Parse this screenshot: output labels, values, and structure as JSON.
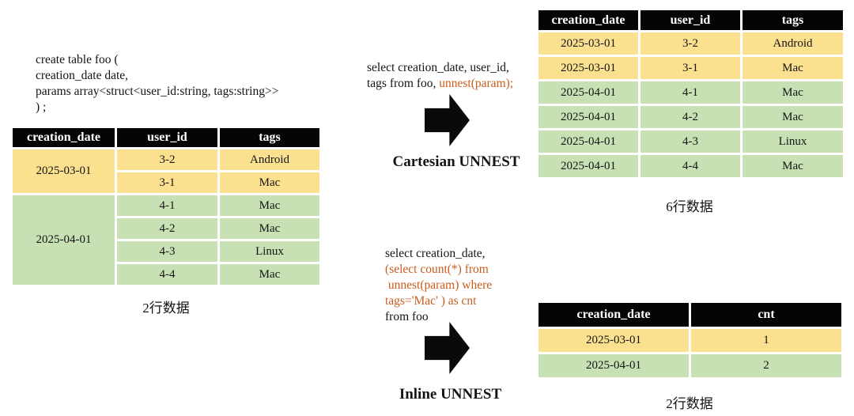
{
  "colors": {
    "header_bg": "#050505",
    "header_text": "#ffffff",
    "row_yellow": "#fbe18f",
    "row_green": "#c7e1b4",
    "sql_highlight": "#c85d1d",
    "ink": "#141414"
  },
  "create_sql": "create table foo (\ncreation_date date,\nparams array<struct<user_id:string, tags:string>>\n) ;",
  "source_table": {
    "columns": [
      "creation_date",
      "user_id",
      "tags"
    ],
    "rows": [
      [
        {
          "t": "2025-03-01",
          "c": "y",
          "rs": 2
        },
        {
          "t": "3-2",
          "c": "y"
        },
        {
          "t": "Android",
          "c": "y"
        }
      ],
      [
        {
          "t": "3-1",
          "c": "y"
        },
        {
          "t": "Mac",
          "c": "y"
        }
      ],
      [
        {
          "t": "2025-04-01",
          "c": "g",
          "rs": 4
        },
        {
          "t": "4-1",
          "c": "g"
        },
        {
          "t": "Mac",
          "c": "g"
        }
      ],
      [
        {
          "t": "4-2",
          "c": "g"
        },
        {
          "t": "Mac",
          "c": "g"
        }
      ],
      [
        {
          "t": "4-3",
          "c": "g"
        },
        {
          "t": "Linux",
          "c": "g"
        }
      ],
      [
        {
          "t": "4-4",
          "c": "g"
        },
        {
          "t": "Mac",
          "c": "g"
        }
      ]
    ],
    "caption": "2行数据"
  },
  "cartesian": {
    "sql_segments": [
      {
        "text": "select creation_date, user_id,\ntags from foo, ",
        "hl": false
      },
      {
        "text": "unnest(param);",
        "hl": true
      }
    ],
    "label": "Cartesian UNNEST",
    "table": {
      "columns": [
        "creation_date",
        "user_id",
        "tags"
      ],
      "rows": [
        [
          {
            "t": "2025-03-01",
            "c": "y"
          },
          {
            "t": "3-2",
            "c": "y"
          },
          {
            "t": "Android",
            "c": "y"
          }
        ],
        [
          {
            "t": "2025-03-01",
            "c": "y"
          },
          {
            "t": "3-1",
            "c": "y"
          },
          {
            "t": "Mac",
            "c": "y"
          }
        ],
        [
          {
            "t": "2025-04-01",
            "c": "g"
          },
          {
            "t": "4-1",
            "c": "g"
          },
          {
            "t": "Mac",
            "c": "g"
          }
        ],
        [
          {
            "t": "2025-04-01",
            "c": "g"
          },
          {
            "t": "4-2",
            "c": "g"
          },
          {
            "t": "Mac",
            "c": "g"
          }
        ],
        [
          {
            "t": "2025-04-01",
            "c": "g"
          },
          {
            "t": "4-3",
            "c": "g"
          },
          {
            "t": "Linux",
            "c": "g"
          }
        ],
        [
          {
            "t": "2025-04-01",
            "c": "g"
          },
          {
            "t": "4-4",
            "c": "g"
          },
          {
            "t": "Mac",
            "c": "g"
          }
        ]
      ],
      "caption": "6行数据"
    }
  },
  "inline": {
    "sql_segments": [
      {
        "text": "select creation_date,\n",
        "hl": false
      },
      {
        "text": "(select count(*) from\n unnest(param) where\ntags='Mac' ) as cnt\n",
        "hl": true
      },
      {
        "text": "from foo",
        "hl": false
      }
    ],
    "label": "Inline UNNEST",
    "table": {
      "columns": [
        "creation_date",
        "cnt"
      ],
      "rows": [
        [
          {
            "t": "2025-03-01",
            "c": "y"
          },
          {
            "t": "1",
            "c": "y"
          }
        ],
        [
          {
            "t": "2025-04-01",
            "c": "g"
          },
          {
            "t": "2",
            "c": "g"
          }
        ]
      ],
      "caption": "2行数据"
    }
  }
}
